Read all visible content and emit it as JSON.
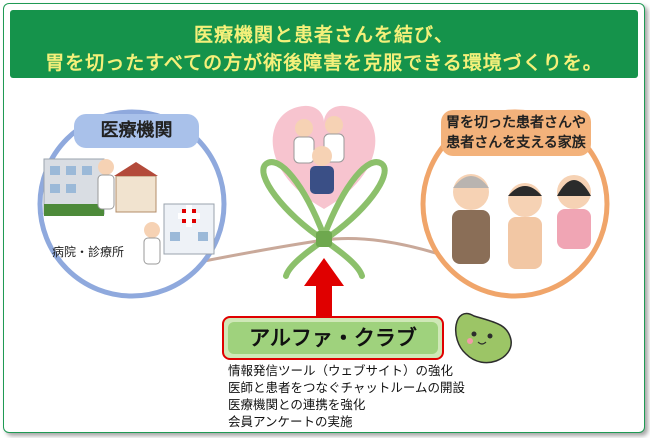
{
  "banner": {
    "line1": "医療機関と患者さんを結び、",
    "line2": "胃を切ったすべての方が術後障害を克服できる環境づくりを。"
  },
  "left": {
    "label": "医療機関",
    "caption": "病院・診療所"
  },
  "right": {
    "label_line1": "胃を切った患者さんや",
    "label_line2": "患者さんを支える家族"
  },
  "center": {
    "box_label": "アルファ・クラブ"
  },
  "activities": [
    "情報発信ツール（ウェブサイト）の強化",
    "医師と患者をつなぐチャットルームの開設",
    "医療機関との連携を強化",
    "会員アンケートの実施"
  ],
  "colors": {
    "banner_bg": "#15934b",
    "banner_text": "#f4f07a",
    "left_circle": "#8fa9dd",
    "right_circle": "#f0a56a",
    "box_border": "#e00000",
    "arrow": "#e00000",
    "ribbon": "#8cc06b"
  }
}
